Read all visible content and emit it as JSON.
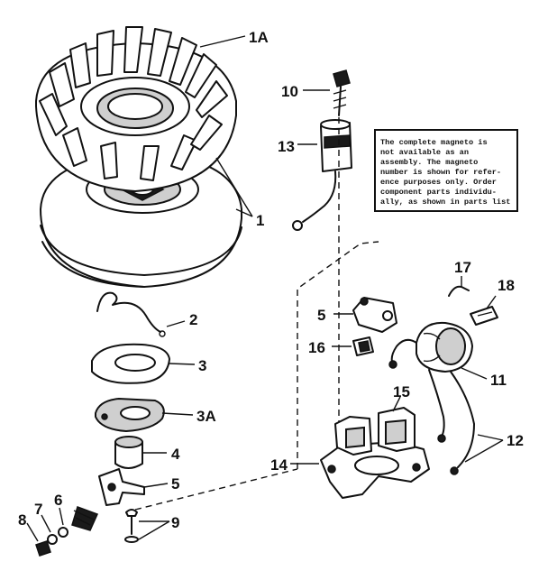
{
  "labels": {
    "l1A": "1A",
    "l1": "1",
    "l2": "2",
    "l3": "3",
    "l3A": "3A",
    "l4": "4",
    "l5a": "5",
    "l5b": "5",
    "l6": "6",
    "l7": "7",
    "l8": "8",
    "l9": "9",
    "l10": "10",
    "l11": "11",
    "l12": "12",
    "l13": "13",
    "l14": "14",
    "l15": "15",
    "l16": "16",
    "l17": "17",
    "l18": "18"
  },
  "note": {
    "lines": [
      "The complete magneto is",
      "not available as an",
      "assembly. The magneto",
      "number is shown for refer-",
      "ence purposes only. Order",
      "component parts individu-",
      "ally, as shown in parts list"
    ]
  }
}
